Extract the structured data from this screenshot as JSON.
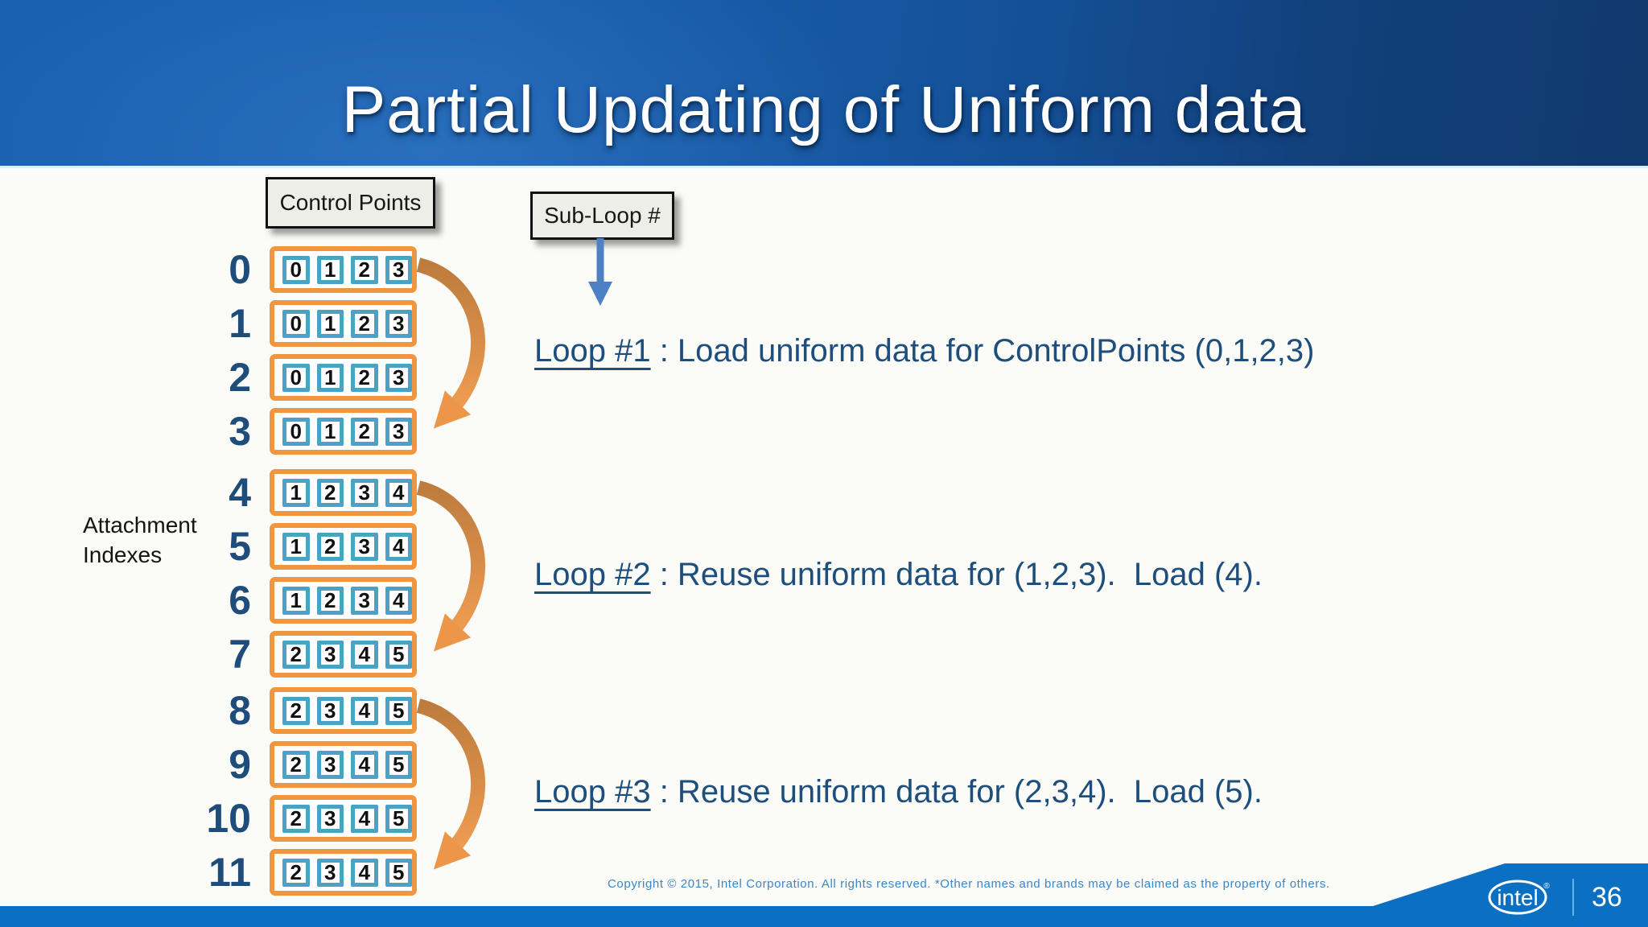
{
  "slide": {
    "title": "Partial Updating of Uniform data",
    "page_number": "36",
    "copyright": "Copyright ©  2015, Intel Corporation. All rights reserved. *Other names and brands may be claimed as the property of others.",
    "brand_logo_text": "intel",
    "brand_logo_mark": "®"
  },
  "labels": {
    "control_points": "Control Points",
    "sub_loop": "Sub-Loop #",
    "attachment_indexes_line1": "Attachment",
    "attachment_indexes_line2": "Indexes"
  },
  "diagram": {
    "rows": [
      {
        "index": "0",
        "cells": [
          "0",
          "1",
          "2",
          "3"
        ]
      },
      {
        "index": "1",
        "cells": [
          "0",
          "1",
          "2",
          "3"
        ]
      },
      {
        "index": "2",
        "cells": [
          "0",
          "1",
          "2",
          "3"
        ]
      },
      {
        "index": "3",
        "cells": [
          "0",
          "1",
          "2",
          "3"
        ]
      },
      {
        "index": "4",
        "cells": [
          "1",
          "2",
          "3",
          "4"
        ]
      },
      {
        "index": "5",
        "cells": [
          "1",
          "2",
          "3",
          "4"
        ]
      },
      {
        "index": "6",
        "cells": [
          "1",
          "2",
          "3",
          "4"
        ]
      },
      {
        "index": "7",
        "cells": [
          "2",
          "3",
          "4",
          "5"
        ]
      },
      {
        "index": "8",
        "cells": [
          "2",
          "3",
          "4",
          "5"
        ]
      },
      {
        "index": "9",
        "cells": [
          "2",
          "3",
          "4",
          "5"
        ]
      },
      {
        "index": "10",
        "cells": [
          "2",
          "3",
          "4",
          "5"
        ]
      },
      {
        "index": "11",
        "cells": [
          "2",
          "3",
          "4",
          "5"
        ]
      }
    ],
    "row_groups": [
      {
        "rows": "0-3",
        "loop": "Loop #1"
      },
      {
        "rows": "4-7",
        "loop": "Loop #2"
      },
      {
        "rows": "8-11",
        "loop": "Loop #3"
      }
    ]
  },
  "loops": [
    {
      "label": "Loop #1",
      "description": " : Load uniform data for ControlPoints (0,1,2,3)"
    },
    {
      "label": "Loop #2",
      "description": " : Reuse uniform data for (1,2,3).  Load (4)."
    },
    {
      "label": "Loop #3",
      "description": " : Reuse uniform data for (2,3,4).  Load (5)."
    }
  ],
  "colors": {
    "header_blue_left": "#1a61b2",
    "header_blue_right": "#113a6e",
    "row_border_orange": "#ef9640",
    "cell_border_teal": "#4aa2c5",
    "loop_text_navy": "#1d4e7c",
    "footer_bar_blue": "#0c70c2",
    "callout_grey": "#edeee7",
    "arrow_orange": "#e99244",
    "arrow_blue": "#4e80c4"
  }
}
